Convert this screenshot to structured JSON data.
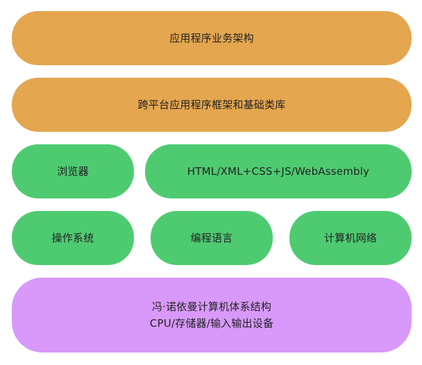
{
  "layers": {
    "app_business": {
      "label": "应用程序业务架构",
      "color": "#e4a64f"
    },
    "cross_platform": {
      "label": "跨平台应用程序框架和基础类库",
      "color": "#e4a64f"
    },
    "browser": {
      "label": "浏览器",
      "color": "#4ecb71"
    },
    "web_tech": {
      "label": "HTML/XML+CSS+JS/WebAssembly",
      "color": "#4ecb71"
    },
    "os": {
      "label": "操作系统",
      "color": "#4ecb71"
    },
    "programming_language": {
      "label": "编程语言",
      "color": "#4ecb71"
    },
    "computer_network": {
      "label": "计算机网络",
      "color": "#4ecb71"
    },
    "hardware": {
      "line1": "冯·诺依曼计算机体系结构",
      "line2": "CPU/存储器/输入输出设备",
      "color": "#d899fa"
    }
  }
}
